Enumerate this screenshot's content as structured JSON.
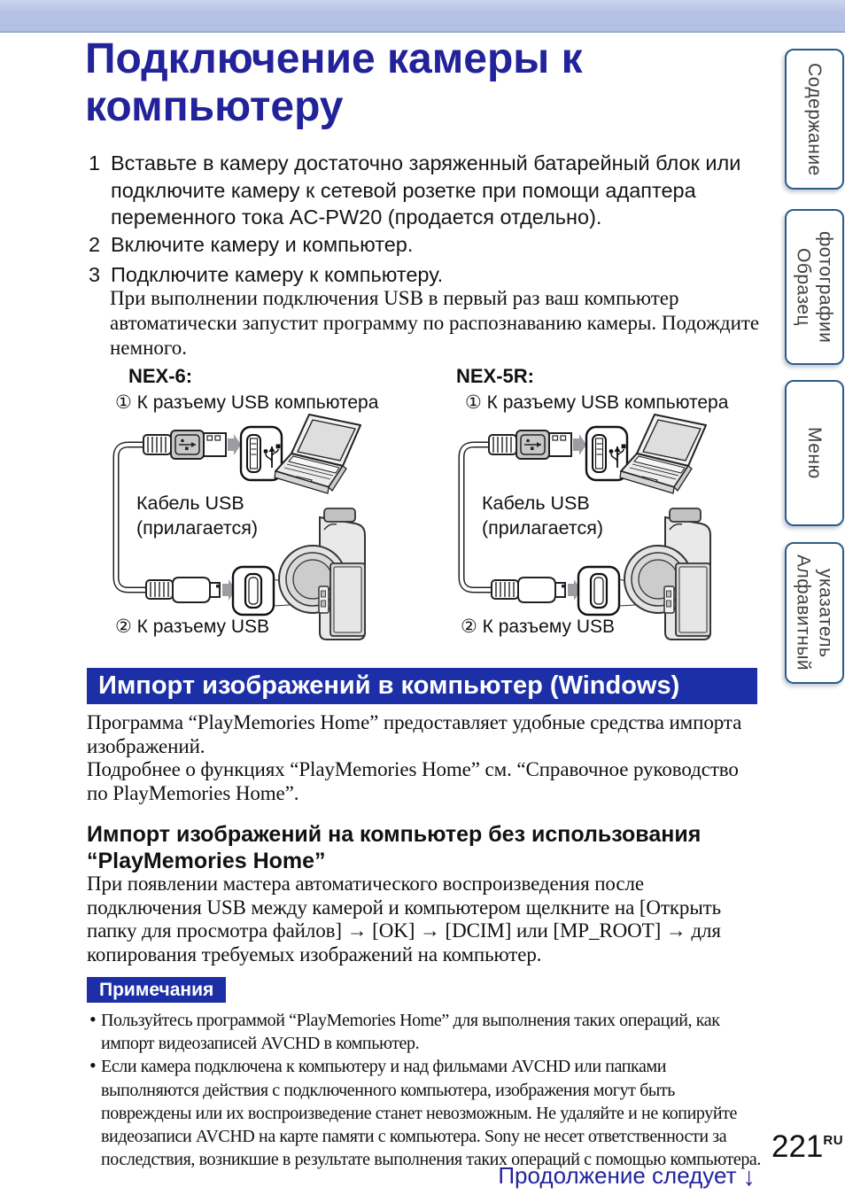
{
  "page": {
    "title_lines": [
      "Подключение камеры к",
      "компьютеру"
    ],
    "page_number": "221",
    "page_number_suffix": "RU",
    "continuation": "Продолжение следует",
    "continuation_arrow": "↓"
  },
  "sidebar": {
    "tabs": [
      {
        "label": "Содержание"
      },
      {
        "label": "Образец фотографии"
      },
      {
        "label": "Меню"
      },
      {
        "label": "Алфавитный указатель"
      }
    ]
  },
  "steps": [
    {
      "num": "1",
      "lines": [
        "Вставьте в камеру достаточно заряженный батарейный блок или",
        "подключите камеру к сетевой розетке при помощи адаптера",
        "переменного тока AC-PW20 (продается отдельно)."
      ]
    },
    {
      "num": "2",
      "lines": [
        "Включите камеру и компьютер."
      ]
    },
    {
      "num": "3",
      "lines": [
        "Подключите камеру к компьютеру."
      ]
    }
  ],
  "step3_note_lines": [
    "При выполнении подключения USB в первый раз ваш компьютер",
    "автоматически запустит программу по распознаванию камеры. Подождите",
    "немного."
  ],
  "diagrams": [
    {
      "model": "NEX-6:",
      "callout_top": "① К разъему USB компьютера",
      "cable_label_lines": [
        "Кабель USB",
        "(прилагается)"
      ],
      "callout_bottom": "② К разъему USB"
    },
    {
      "model": "NEX-5R:",
      "callout_top": "① К разъему USB компьютера",
      "cable_label_lines": [
        "Кабель USB",
        "(прилагается)"
      ],
      "callout_bottom": "② К разъему USB"
    }
  ],
  "import_section": {
    "header": "Импорт изображений в компьютер (Windows)",
    "para1_lines": [
      "Программа “PlayMemories Home” предоставляет удобные средства импорта",
      "изображений.",
      "Подробнее о функциях “PlayMemories Home” см. “Справочное руководство",
      "по PlayMemories Home”."
    ],
    "subheading_lines": [
      "Импорт изображений на компьютер без использования",
      "“PlayMemories Home”"
    ],
    "para2_lines": [
      "При появлении мастера автоматического воспроизведения после",
      "подключения USB между камерой и компьютером щелкните на [Открыть",
      "папку для просмотра файлов] → [OK] → [DCIM] или [MP_ROOT] → для",
      "копирования требуемых изображений на компьютер."
    ]
  },
  "notes": {
    "label": "Примечания",
    "bullets": [
      {
        "lines": [
          "Пользуйтесь программой “PlayMemories Home” для выполнения таких операций, как",
          "импорт видеозаписей AVCHD в компьютер."
        ]
      },
      {
        "lines": [
          "Если камера подключена к компьютеру и над фильмами AVCHD или папками",
          "выполняются действия с подключенного компьютера, изображения могут быть",
          "повреждены или их воспроизведение станет невозможным. Не удаляйте и не копируйте",
          "видеозаписи AVCHD на карте памяти с компьютера. Sony не несет ответственности за",
          "последствия, возникшие в результате выполнения таких операций с помощью компьютера."
        ]
      }
    ]
  }
}
